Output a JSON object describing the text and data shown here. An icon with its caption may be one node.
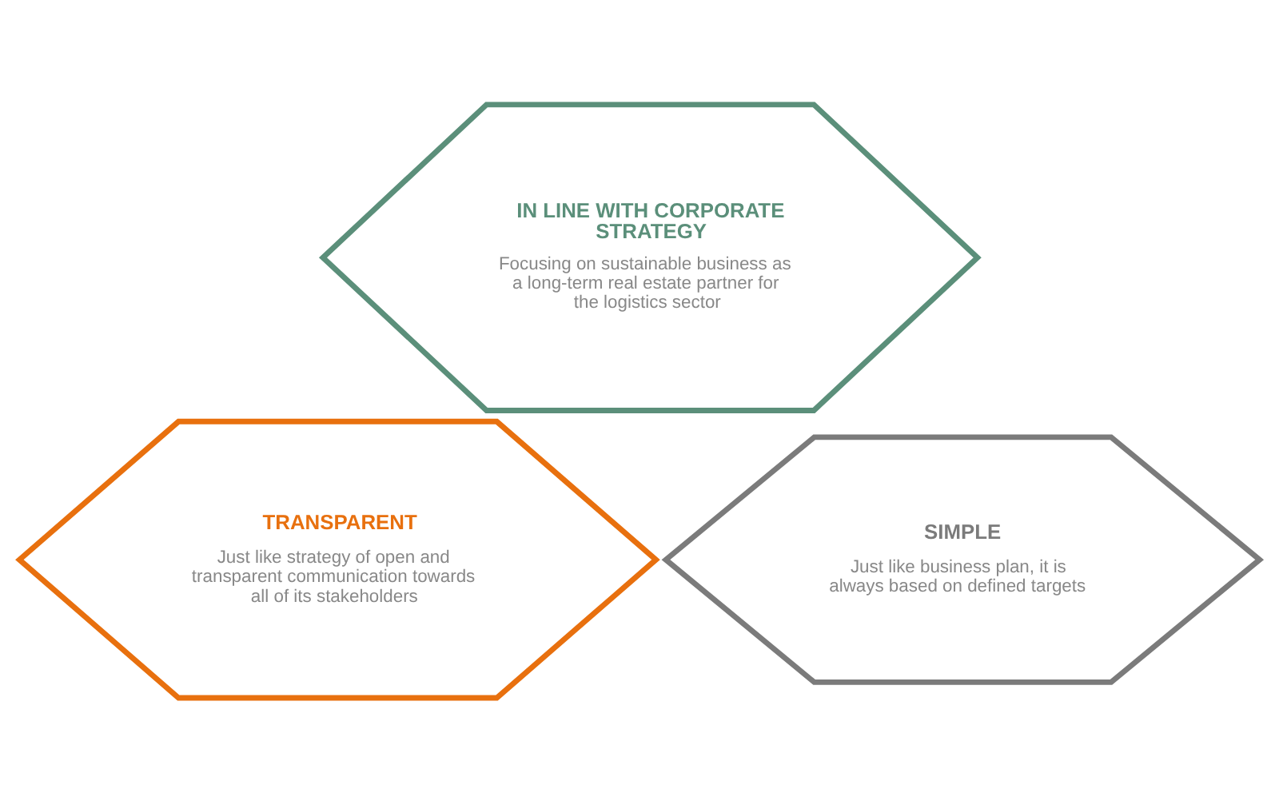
{
  "diagram": {
    "nodes": [
      {
        "text": [
          "IN LINE WITH CORPORATE STRATEGY",
          "Focusing on sustainable business as a long-term real estate partner for the logistics sector"
        ]
      },
      {
        "text": [
          "TRANSPARENT",
          "Just like strategy of open and transparent communication towards all of its stakeholders"
        ]
      },
      {
        "text": [
          "SIMPLE",
          "Just like business plan, it is always based on defined targets"
        ]
      }
    ],
    "edges": []
  }
}
